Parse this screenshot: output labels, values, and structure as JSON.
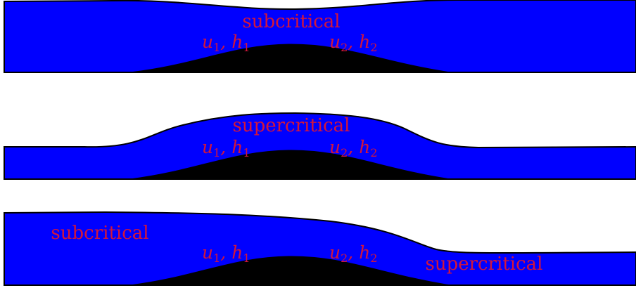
{
  "colors": {
    "water": "#0000ff",
    "bed": "#000000",
    "label": "#d3163b"
  },
  "panels": [
    {
      "regime_label": "subcritical",
      "inlet": {
        "var": "u",
        "sub": "1",
        "sep": ", ",
        "var2": "h",
        "sub2": "1"
      },
      "outlet": {
        "var": "u",
        "sub": "2",
        "sep": ", ",
        "var2": "h",
        "sub2": "2"
      }
    },
    {
      "regime_label": "supercritical",
      "inlet": {
        "var": "u",
        "sub": "1",
        "sep": ", ",
        "var2": "h",
        "sub2": "1"
      },
      "outlet": {
        "var": "u",
        "sub": "2",
        "sep": ", ",
        "var2": "h",
        "sub2": "2"
      }
    },
    {
      "upstream_label": "subcritical",
      "downstream_label": "supercritical",
      "inlet": {
        "var": "u",
        "sub": "1",
        "sep": ", ",
        "var2": "h",
        "sub2": "1"
      },
      "outlet": {
        "var": "u",
        "sub": "2",
        "sep": ", ",
        "var2": "h",
        "sub2": "2"
      }
    }
  ]
}
